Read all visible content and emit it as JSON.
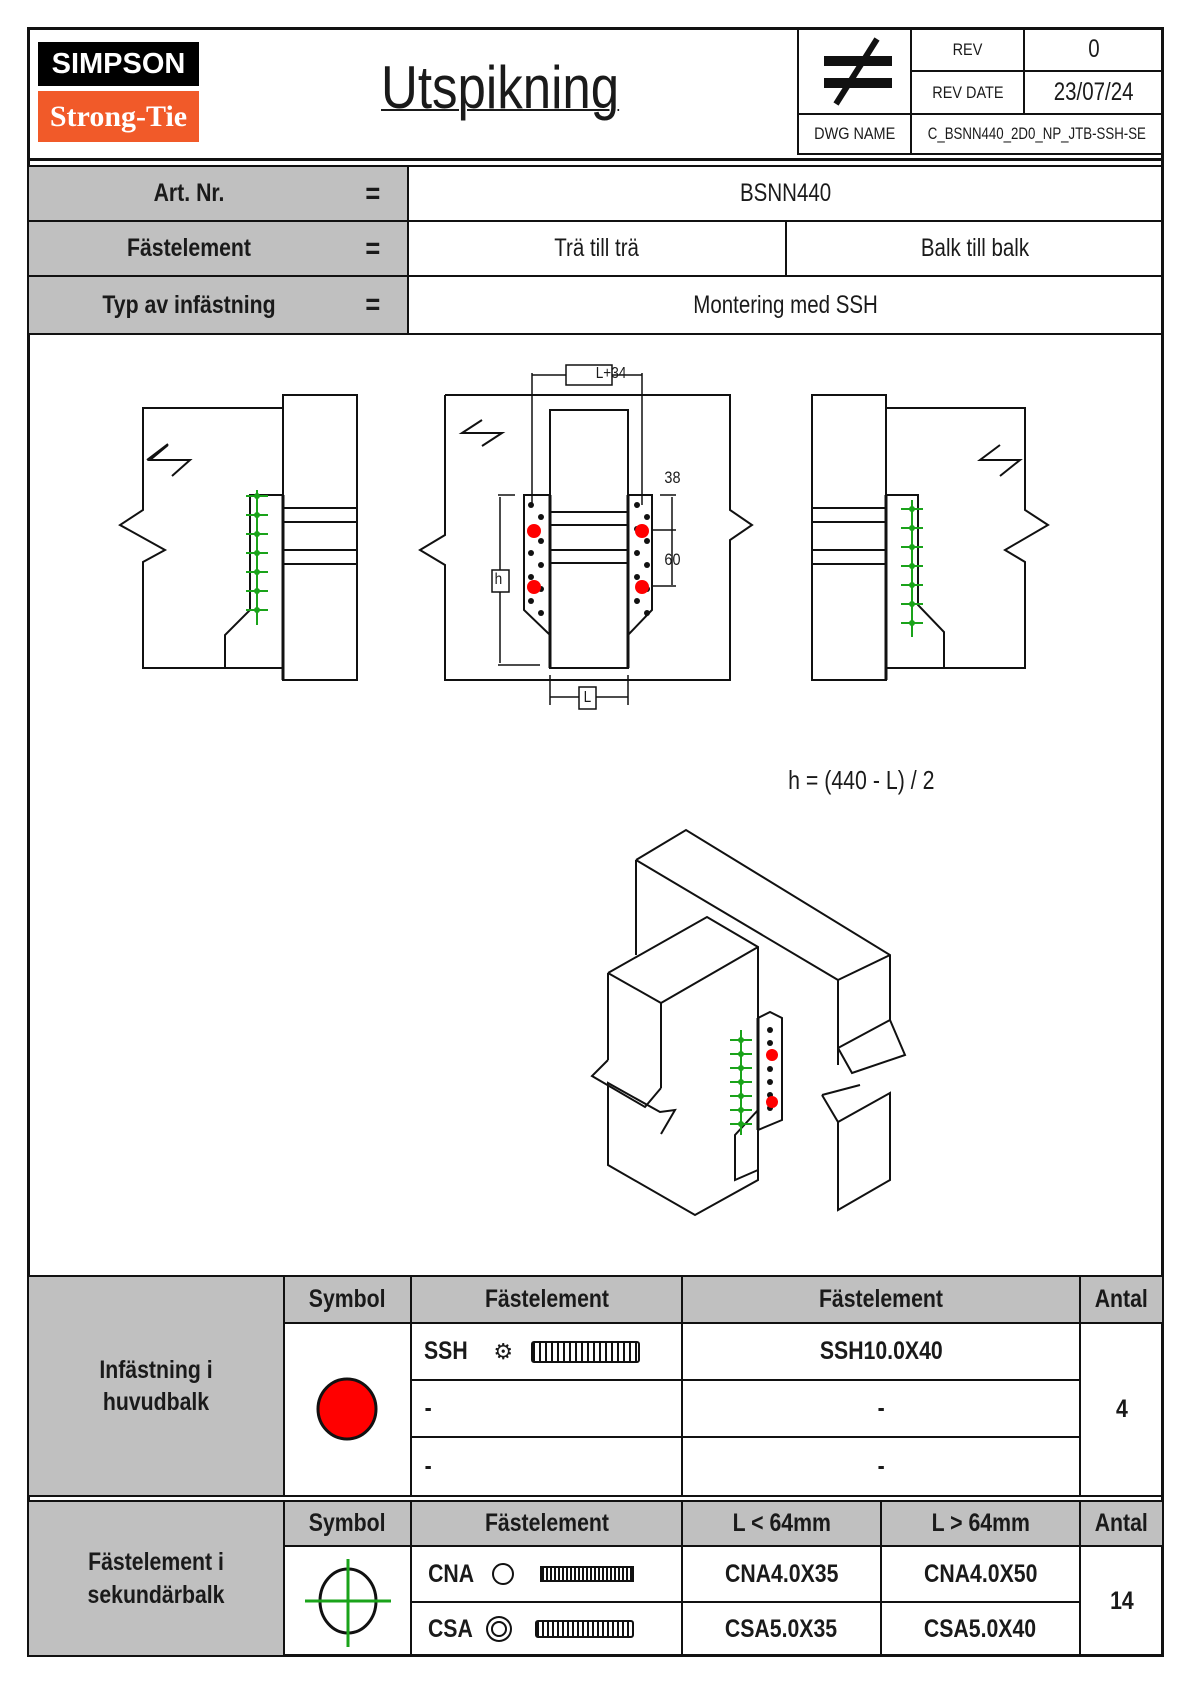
{
  "logo": {
    "line1": "SIMPSON",
    "line2": "Strong-Tie",
    "colors": {
      "top": "#000000",
      "bottom": "#f15a29"
    }
  },
  "title": "Utspikning",
  "titleblock": {
    "symbol": "not-equal-icon",
    "rev_label": "REV",
    "rev_value": "0",
    "rev_date_label": "REV DATE",
    "rev_date_value": "23/07/24",
    "dwg_name_label": "DWG NAME",
    "dwg_name_value": "C_BSNN440_2D0_NP_JTB-SSH-SE"
  },
  "info": {
    "equals": "=",
    "rows": [
      {
        "label": "Art. Nr.",
        "values": [
          "BSNN440"
        ]
      },
      {
        "label": "Fästelement",
        "values": [
          "Trä till trä",
          "Balk till balk"
        ]
      },
      {
        "label": "Typ av infästning",
        "values": [
          "Montering med SSH"
        ]
      }
    ]
  },
  "drawing": {
    "dim_top": "L+34",
    "dim_h": "h",
    "dim_bottom": "L",
    "dim_38": "38",
    "dim_60": "60",
    "formula": "h = (440 - L) / 2",
    "colors": {
      "main_beam_fastener": "#ff0000",
      "secondary_beam_fastener": "#1aa31a"
    }
  },
  "table_main": {
    "row_label": "Infästning i huvudbalk",
    "headers": [
      "Symbol",
      "Fästelement",
      "Fästelement",
      "Antal"
    ],
    "symbol": "red-dot",
    "rows": [
      {
        "type": "SSH",
        "head_icon": "hex-head-icon",
        "spec": "SSH10.0X40"
      },
      {
        "type": "-",
        "spec": "-"
      },
      {
        "type": "-",
        "spec": "-"
      }
    ],
    "count": "4"
  },
  "table_secondary": {
    "row_label": "Fästelement i sekundärbalk",
    "headers": [
      "Symbol",
      "Fästelement",
      "L < 64mm",
      "L > 64mm",
      "Antal"
    ],
    "symbol": "green-crosshair",
    "rows": [
      {
        "type": "CNA",
        "head_icon": "nail-head-icon",
        "short": "CNA4.0X35",
        "long": "CNA4.0X50"
      },
      {
        "type": "CSA",
        "head_icon": "screw-head-icon",
        "short": "CSA5.0X35",
        "long": "CSA5.0X40"
      }
    ],
    "count": "14"
  }
}
